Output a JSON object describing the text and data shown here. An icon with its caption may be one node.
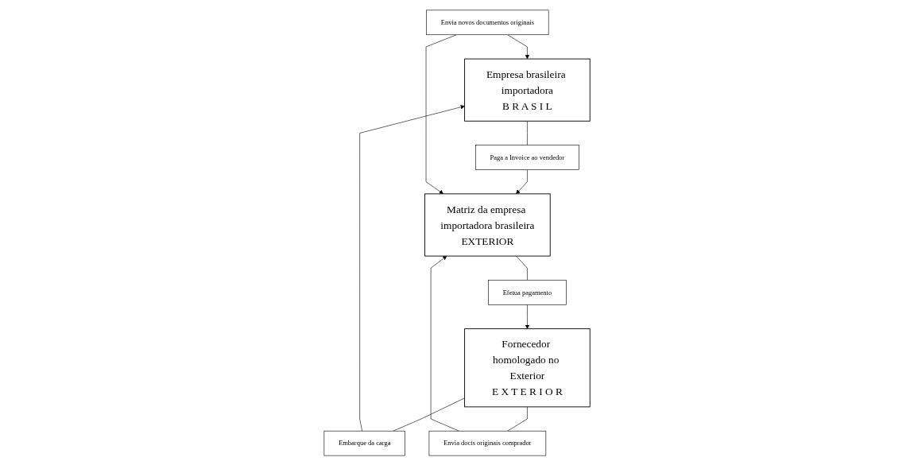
{
  "diagram": {
    "nodes": [
      {
        "text": [
          "Empresa brasileira importadora",
          "B R A S I L"
        ]
      },
      {
        "text": [
          "Embarque da carga"
        ]
      },
      {
        "text": [
          "Fornecedor homologado no Exterior",
          "E X T E R I O R"
        ]
      },
      {
        "text": [
          "Envia novos documentos originais"
        ]
      },
      {
        "text": [
          "Paga a Invoice ao vendedor"
        ]
      },
      {
        "text": [
          "Matriz da empresa importadora brasileira",
          "EXTERIOR"
        ]
      },
      {
        "text": [
          "Envia docts originais comprador"
        ]
      },
      {
        "text": [
          "Efetua pagamento"
        ]
      }
    ],
    "edges": [
      {
        "from": 2,
        "to": 1,
        "arrow": "none"
      },
      {
        "from": 1,
        "to": 0,
        "arrow": "to"
      },
      {
        "from": 3,
        "to": 0,
        "arrow": "to"
      },
      {
        "from": 0,
        "to": 4,
        "arrow": "none"
      },
      {
        "from": 4,
        "to": 5,
        "arrow": "to"
      },
      {
        "from": 3,
        "to": 5,
        "arrow": "to"
      },
      {
        "from": 2,
        "to": 6,
        "arrow": "none"
      },
      {
        "from": 6,
        "to": 5,
        "arrow": "to"
      },
      {
        "from": 5,
        "to": 7,
        "arrow": "none"
      },
      {
        "from": 7,
        "to": 2,
        "arrow": "to"
      }
    ]
  }
}
